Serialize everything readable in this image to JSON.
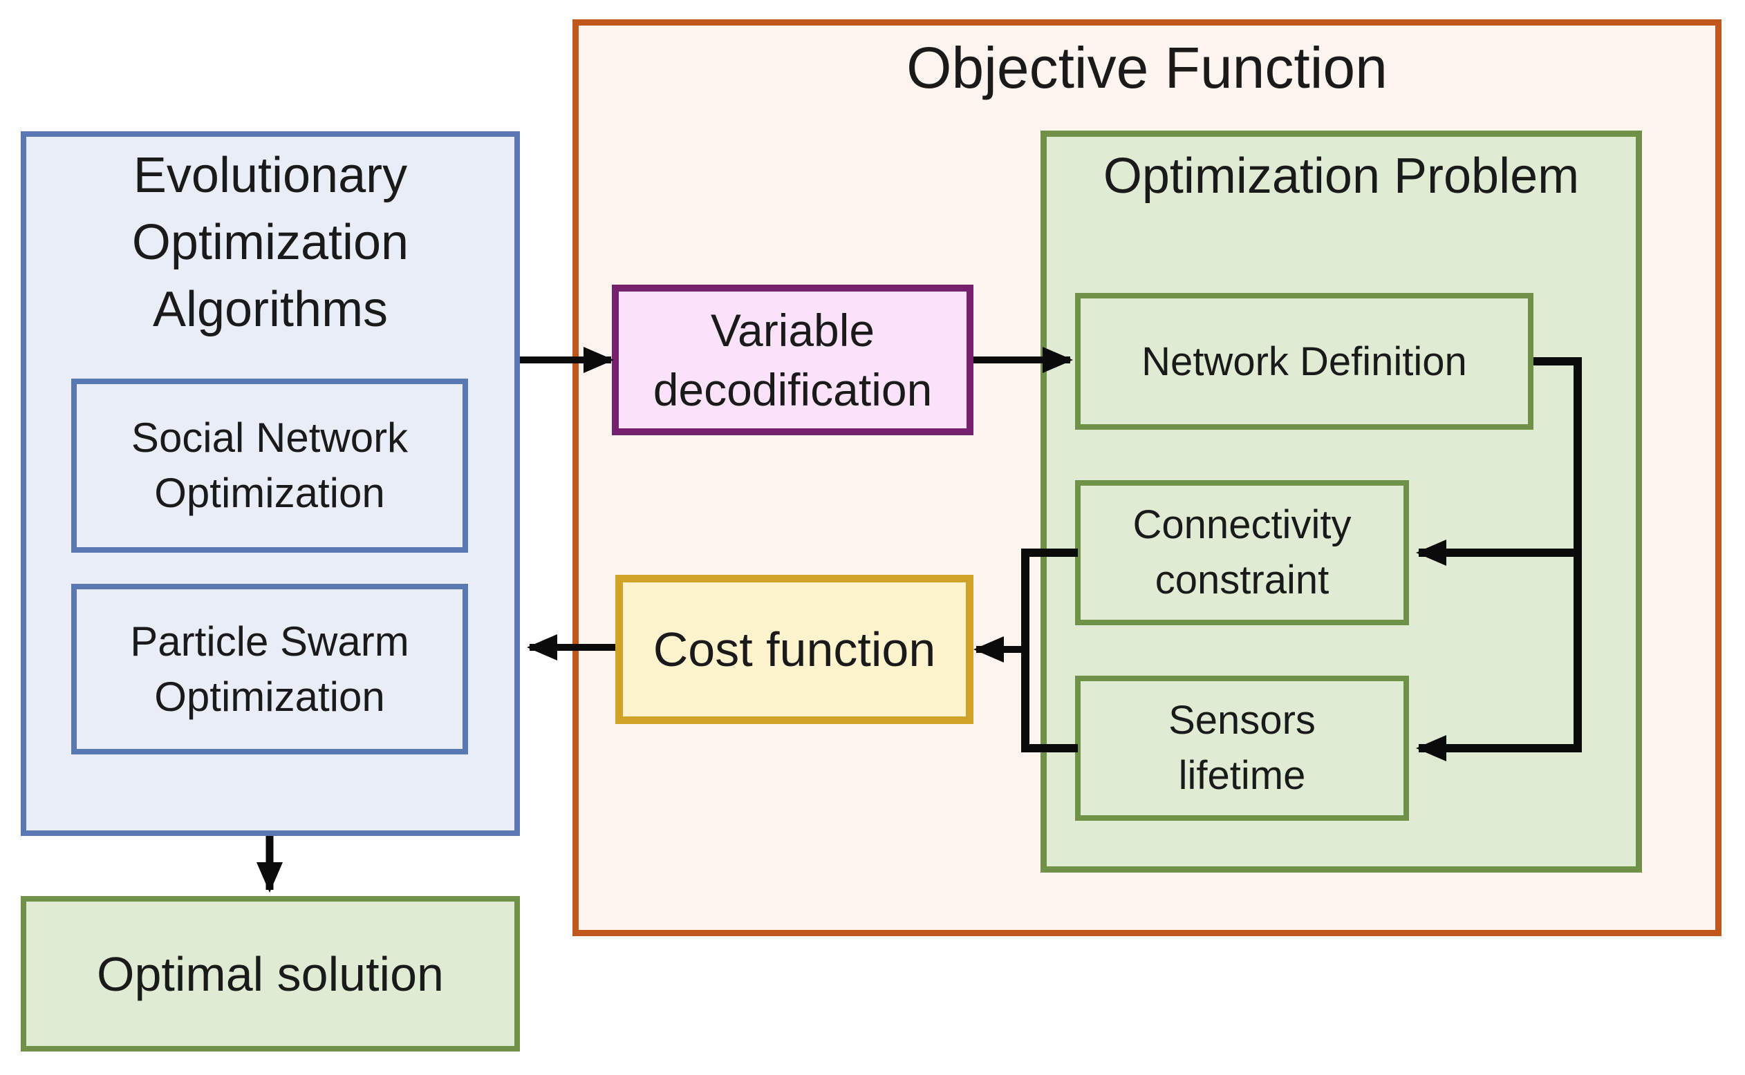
{
  "colors": {
    "blue_border": "#5a78b4",
    "blue_fill": "#e9edf7",
    "orange_border": "#c2571b",
    "orange_fill": "#fdf4ed",
    "purple_border": "#77216e",
    "pink_fill": "#fae2f9",
    "green_border": "#6f9248",
    "green_fill": "#dfecd3",
    "gold_border": "#d0a228",
    "yellow_fill": "#fdf3cd",
    "arrow": "#0b0b0b",
    "text": "#1a1a1a"
  },
  "nodes": {
    "evolutionary": {
      "title": [
        "Evolutionary",
        "Optimization",
        "Algorithms"
      ]
    },
    "social_network": {
      "label": [
        "Social Network",
        "Optimization"
      ]
    },
    "particle_swarm": {
      "label": [
        "Particle Swarm",
        "Optimization"
      ]
    },
    "optimal_solution": {
      "label": "Optimal solution"
    },
    "objective_function": {
      "title": "Objective Function"
    },
    "variable_decodification": {
      "label": [
        "Variable",
        "decodification"
      ]
    },
    "cost_function": {
      "label": "Cost function"
    },
    "optimization_problem": {
      "title": "Optimization Problem"
    },
    "network_definition": {
      "label": "Network Definition"
    },
    "connectivity_constraint": {
      "label": [
        "Connectivity",
        "constraint"
      ]
    },
    "sensors_lifetime": {
      "label": [
        "Sensors",
        "lifetime"
      ]
    }
  }
}
